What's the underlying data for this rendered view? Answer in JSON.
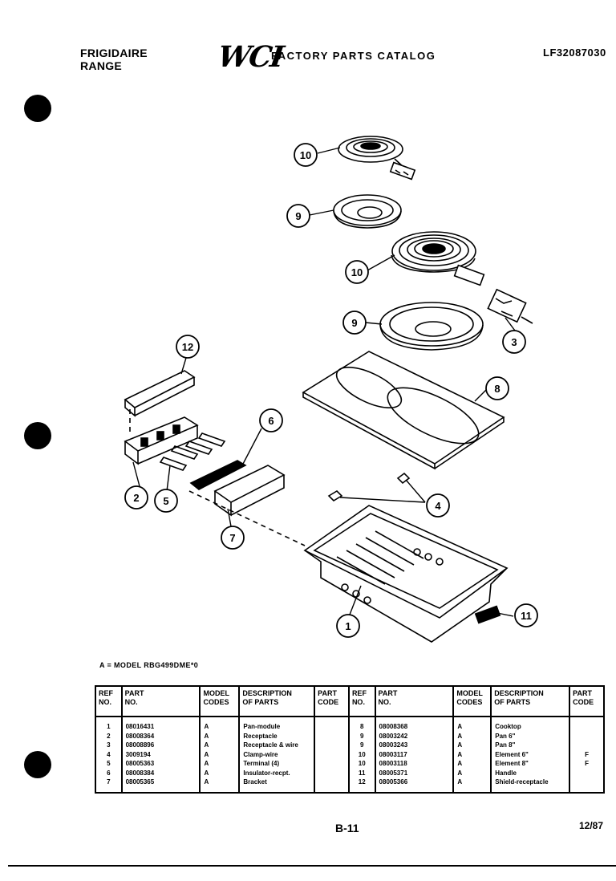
{
  "header": {
    "brand_line1": "FRIGIDAIRE",
    "brand_line2": "RANGE",
    "logo": "WCI",
    "catalog_title": "FACTORY PARTS CATALOG",
    "catalog_number": "LF32087030"
  },
  "diagram": {
    "callouts": [
      "10",
      "9",
      "10",
      "9",
      "3",
      "12",
      "8",
      "6",
      "2",
      "5",
      "4",
      "7",
      "1",
      "11"
    ]
  },
  "model_note": "A = MODEL RBG499DME*0",
  "table": {
    "headers": {
      "ref": "REF\nNO.",
      "part": "PART\nNO.",
      "codes": "MODEL\nCODES",
      "desc": "DESCRIPTION\nOF PARTS",
      "partcode": "PART\nCODE"
    },
    "left": {
      "refs": "1\n2\n3\n4\n5\n6\n7",
      "parts": "08016431\n08008364\n08008896\n3009194\n08005363\n08008384\n08005365",
      "codes": "A\nA\nA\nA\nA\nA\nA",
      "descs": "Pan-module\nReceptacle\nReceptacle & wire\nClamp-wire\nTerminal (4)\nInsulator-recpt.\nBracket",
      "partcodes": ""
    },
    "right": {
      "refs": "8\n9\n9\n10\n10\n11\n12",
      "parts": "08008368\n08003242\n08003243\n08003117\n08003118\n08005371\n08005366",
      "codes": "A\nA\nA\nA\nA\nA\nA",
      "descs": "Cooktop\nPan 6\"\nPan 8\"\nElement 6\"\nElement 8\"\nHandle\nShield-receptacle",
      "partcodes": "\n\n\nF\nF\n\n"
    }
  },
  "footer": {
    "page": "B-11",
    "date": "12/87"
  }
}
